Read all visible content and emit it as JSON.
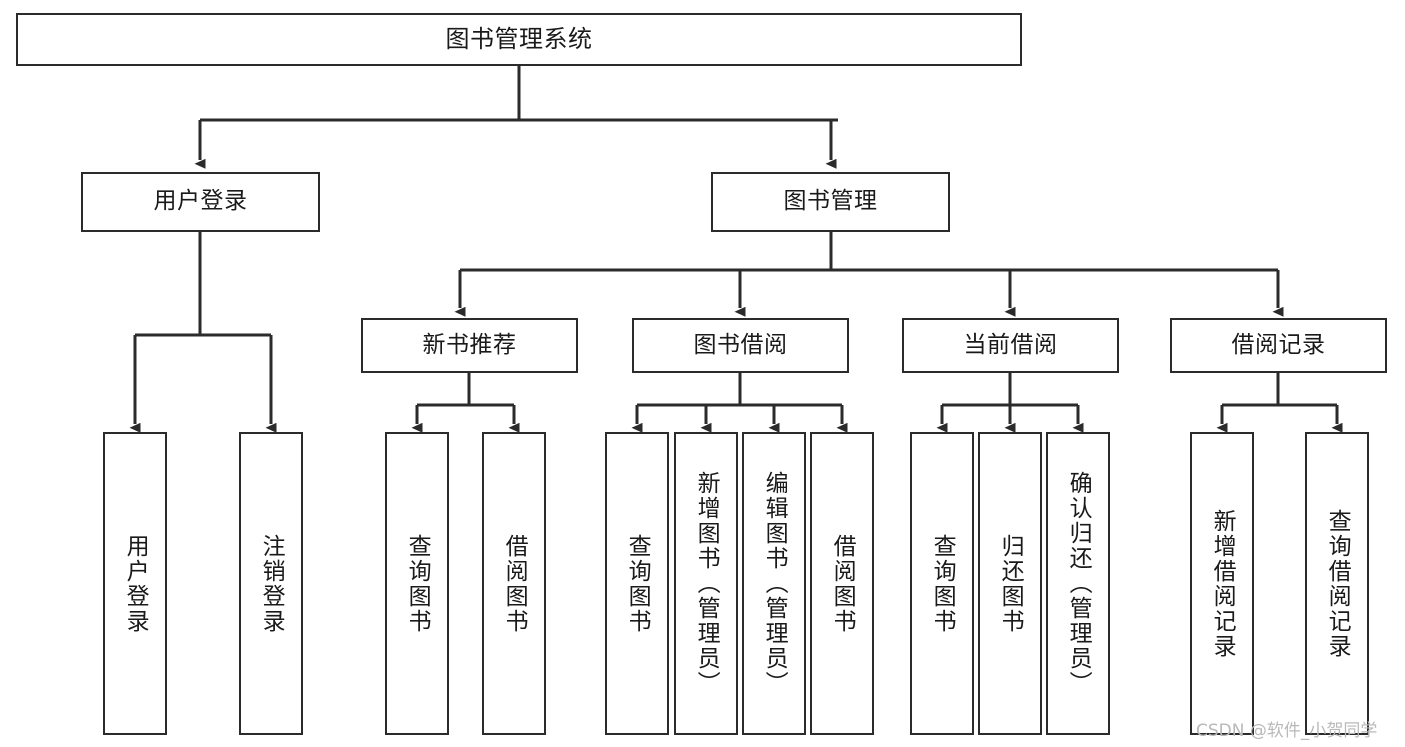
{
  "diagram": {
    "title": "图书管理系统",
    "type": "tree-hierarchy",
    "root": {
      "id": "root",
      "label": "图书管理系统"
    },
    "level2": [
      {
        "id": "user-login",
        "label": "用户登录"
      },
      {
        "id": "book-manage",
        "label": "图书管理"
      }
    ],
    "level3": [
      {
        "id": "new-book-rec",
        "label": "新书推荐",
        "parent": "book-manage"
      },
      {
        "id": "book-borrow",
        "label": "图书借阅",
        "parent": "book-manage"
      },
      {
        "id": "current-borrow",
        "label": "当前借阅",
        "parent": "book-manage"
      },
      {
        "id": "borrow-record",
        "label": "借阅记录",
        "parent": "book-manage"
      }
    ],
    "leaves": [
      {
        "id": "leaf-user-login",
        "label": "用户登录",
        "parent": "user-login"
      },
      {
        "id": "leaf-logout-login",
        "label": "注销登录",
        "parent": "user-login"
      },
      {
        "id": "leaf-query-book-1",
        "label": "查询图书",
        "parent": "new-book-rec"
      },
      {
        "id": "leaf-borrow-book-1",
        "label": "借阅图书",
        "parent": "new-book-rec"
      },
      {
        "id": "leaf-query-book-2",
        "label": "查询图书",
        "parent": "book-borrow"
      },
      {
        "id": "leaf-add-book",
        "label": "新增图书（管理员）",
        "parent": "book-borrow"
      },
      {
        "id": "leaf-edit-book",
        "label": "编辑图书（管理员）",
        "parent": "book-borrow"
      },
      {
        "id": "leaf-borrow-book-2",
        "label": "借阅图书",
        "parent": "book-borrow"
      },
      {
        "id": "leaf-query-book-3",
        "label": "查询图书",
        "parent": "current-borrow"
      },
      {
        "id": "leaf-return-book",
        "label": "归还图书",
        "parent": "current-borrow"
      },
      {
        "id": "leaf-confirm-return",
        "label": "确认归还（管理员）",
        "parent": "current-borrow"
      },
      {
        "id": "leaf-add-record",
        "label": "新增借阅记录",
        "parent": "borrow-record"
      },
      {
        "id": "leaf-query-record",
        "label": "查询借阅记录",
        "parent": "borrow-record"
      }
    ],
    "colors": {
      "stroke": "#2b2b2b",
      "fill": "#ffffff",
      "text": "#1a1a1a",
      "watermark": "#b9b9b9"
    }
  },
  "watermark": {
    "text": "CSDN @软件_小贺同学"
  }
}
